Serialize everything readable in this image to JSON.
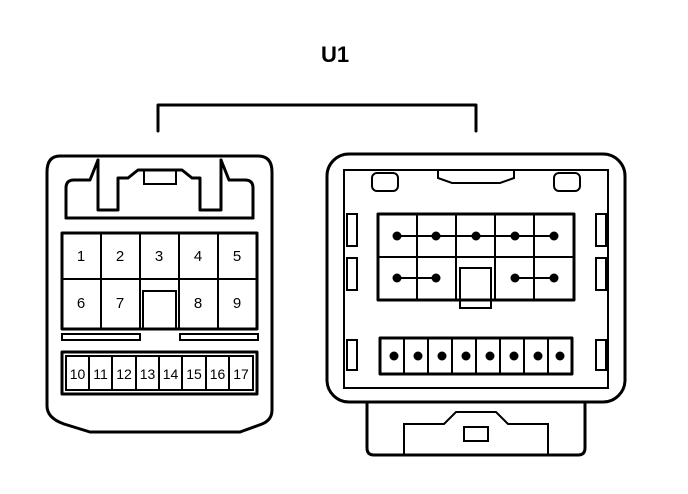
{
  "diagram": {
    "title": "U1",
    "left_connector": {
      "upper_pins": [
        "1",
        "2",
        "3",
        "4",
        "5"
      ],
      "middle_pins": [
        "6",
        "7",
        "8",
        "9"
      ],
      "lower_pins": [
        "10",
        "11",
        "12",
        "13",
        "14",
        "15",
        "16",
        "17"
      ]
    }
  }
}
